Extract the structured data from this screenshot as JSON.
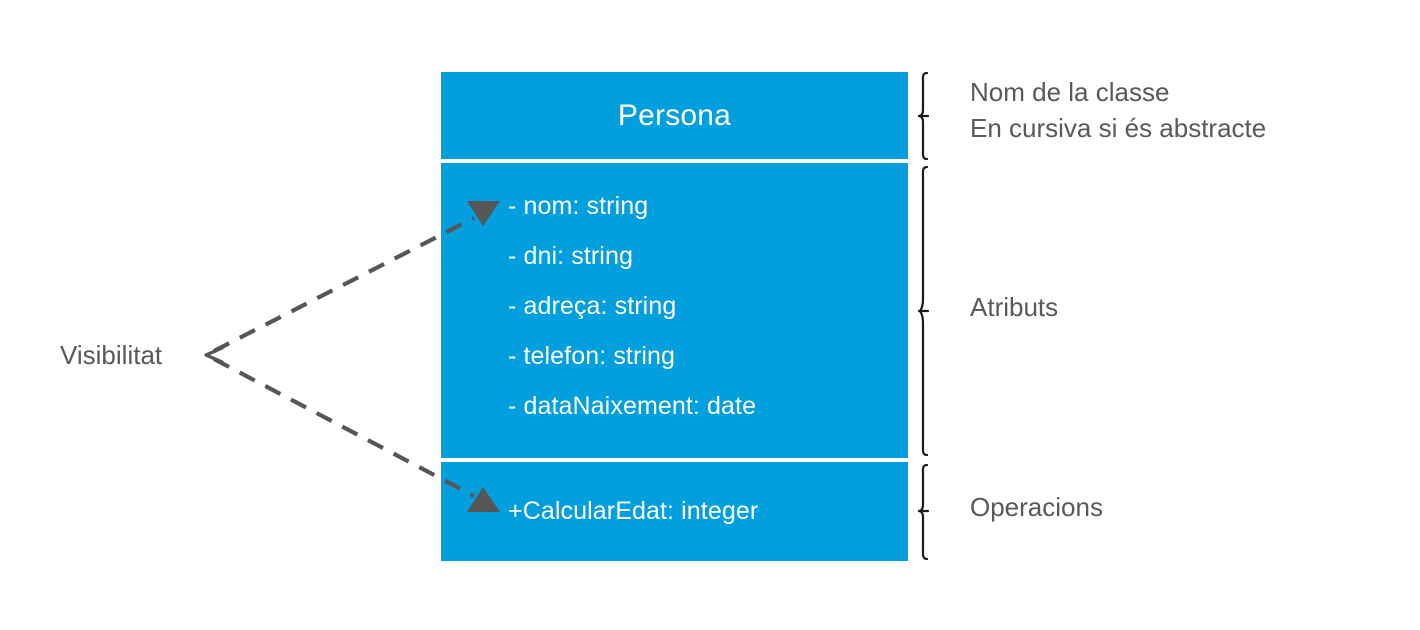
{
  "diagram": {
    "type": "uml-class-diagram",
    "language": "ca",
    "colors": {
      "class_fill": "#029fdf",
      "class_text": "#ffffff",
      "annotation_text": "#595959",
      "connector": "#565656",
      "brace": "#1a1a1a",
      "background": "#ffffff"
    }
  },
  "class_box": {
    "name": "Persona",
    "attributes": [
      "- nom: string",
      "- dni: string",
      "- adreça: string",
      "- telefon: string",
      "- dataNaixement: date"
    ],
    "operations": [
      "+CalcularEdat: integer"
    ]
  },
  "annotations": {
    "name_compartment_line1": "Nom de la classe",
    "name_compartment_line2": "En cursiva si és abstracte",
    "attributes_compartment": "Atributs",
    "operations_compartment": "Operacions"
  },
  "callout": {
    "visibility_label": "Visibilitat"
  }
}
